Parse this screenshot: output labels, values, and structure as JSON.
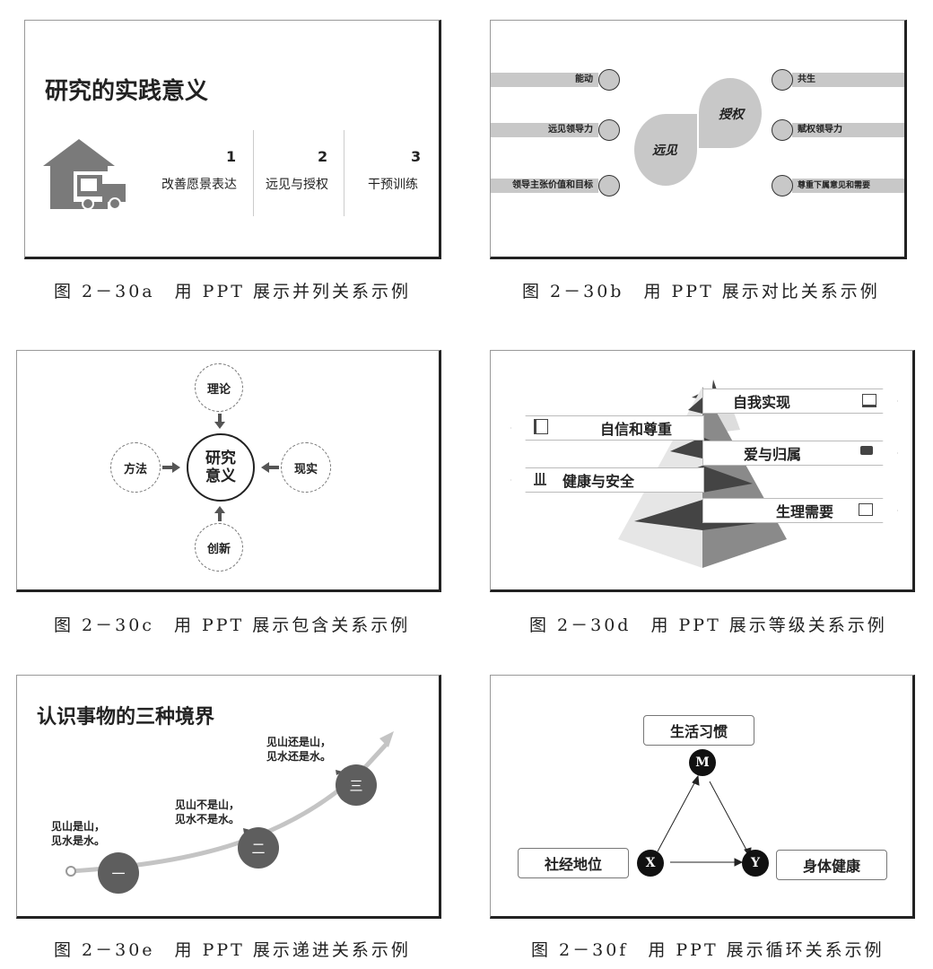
{
  "a": {
    "title": "研究的实践意义",
    "items": [
      {
        "num": "1",
        "label": "改善愿景表达"
      },
      {
        "num": "2",
        "label": "远见与授权"
      },
      {
        "num": "3",
        "label": "干预训练"
      }
    ],
    "icon": "house-truck-icon",
    "caption": "图 2－30a　用 PPT 展示并列关系示例"
  },
  "b": {
    "left": [
      "能动",
      "远见领导力",
      "领导主张价值和目标"
    ],
    "right": [
      "共生",
      "赋权领导力",
      "尊重下属意见和需要"
    ],
    "drop_left": "远见",
    "drop_right": "授权",
    "caption": "图 2－30b　用 PPT 展示对比关系示例"
  },
  "c": {
    "center": [
      "研究",
      "意义"
    ],
    "top": "理论",
    "left": "方法",
    "right": "现实",
    "bottom": "创新",
    "caption": "图 2－30c　用 PPT 展示包含关系示例"
  },
  "d": {
    "levels": [
      "自我实现",
      "自信和尊重",
      "爱与归属",
      "健康与安全",
      "生理需要"
    ],
    "caption": "图 2－30d　用 PPT 展示等级关系示例"
  },
  "e": {
    "title": "认识事物的三种境界",
    "stages": [
      {
        "mark": "一",
        "lines": [
          "见山是山，",
          "见水是水。"
        ]
      },
      {
        "mark": "二",
        "lines": [
          "见山不是山，",
          "见水不是水。"
        ]
      },
      {
        "mark": "三",
        "lines": [
          "见山还是山，",
          "见水还是水。"
        ]
      }
    ],
    "caption": "图 2－30e　用 PPT 展示递进关系示例"
  },
  "f": {
    "m_label": "生活习惯",
    "x_label": "社经地位",
    "y_label": "身体健康",
    "nodes": {
      "m": "M",
      "x": "X",
      "y": "Y"
    },
    "caption": "图 2－30f　用 PPT 展示循环关系示例"
  }
}
